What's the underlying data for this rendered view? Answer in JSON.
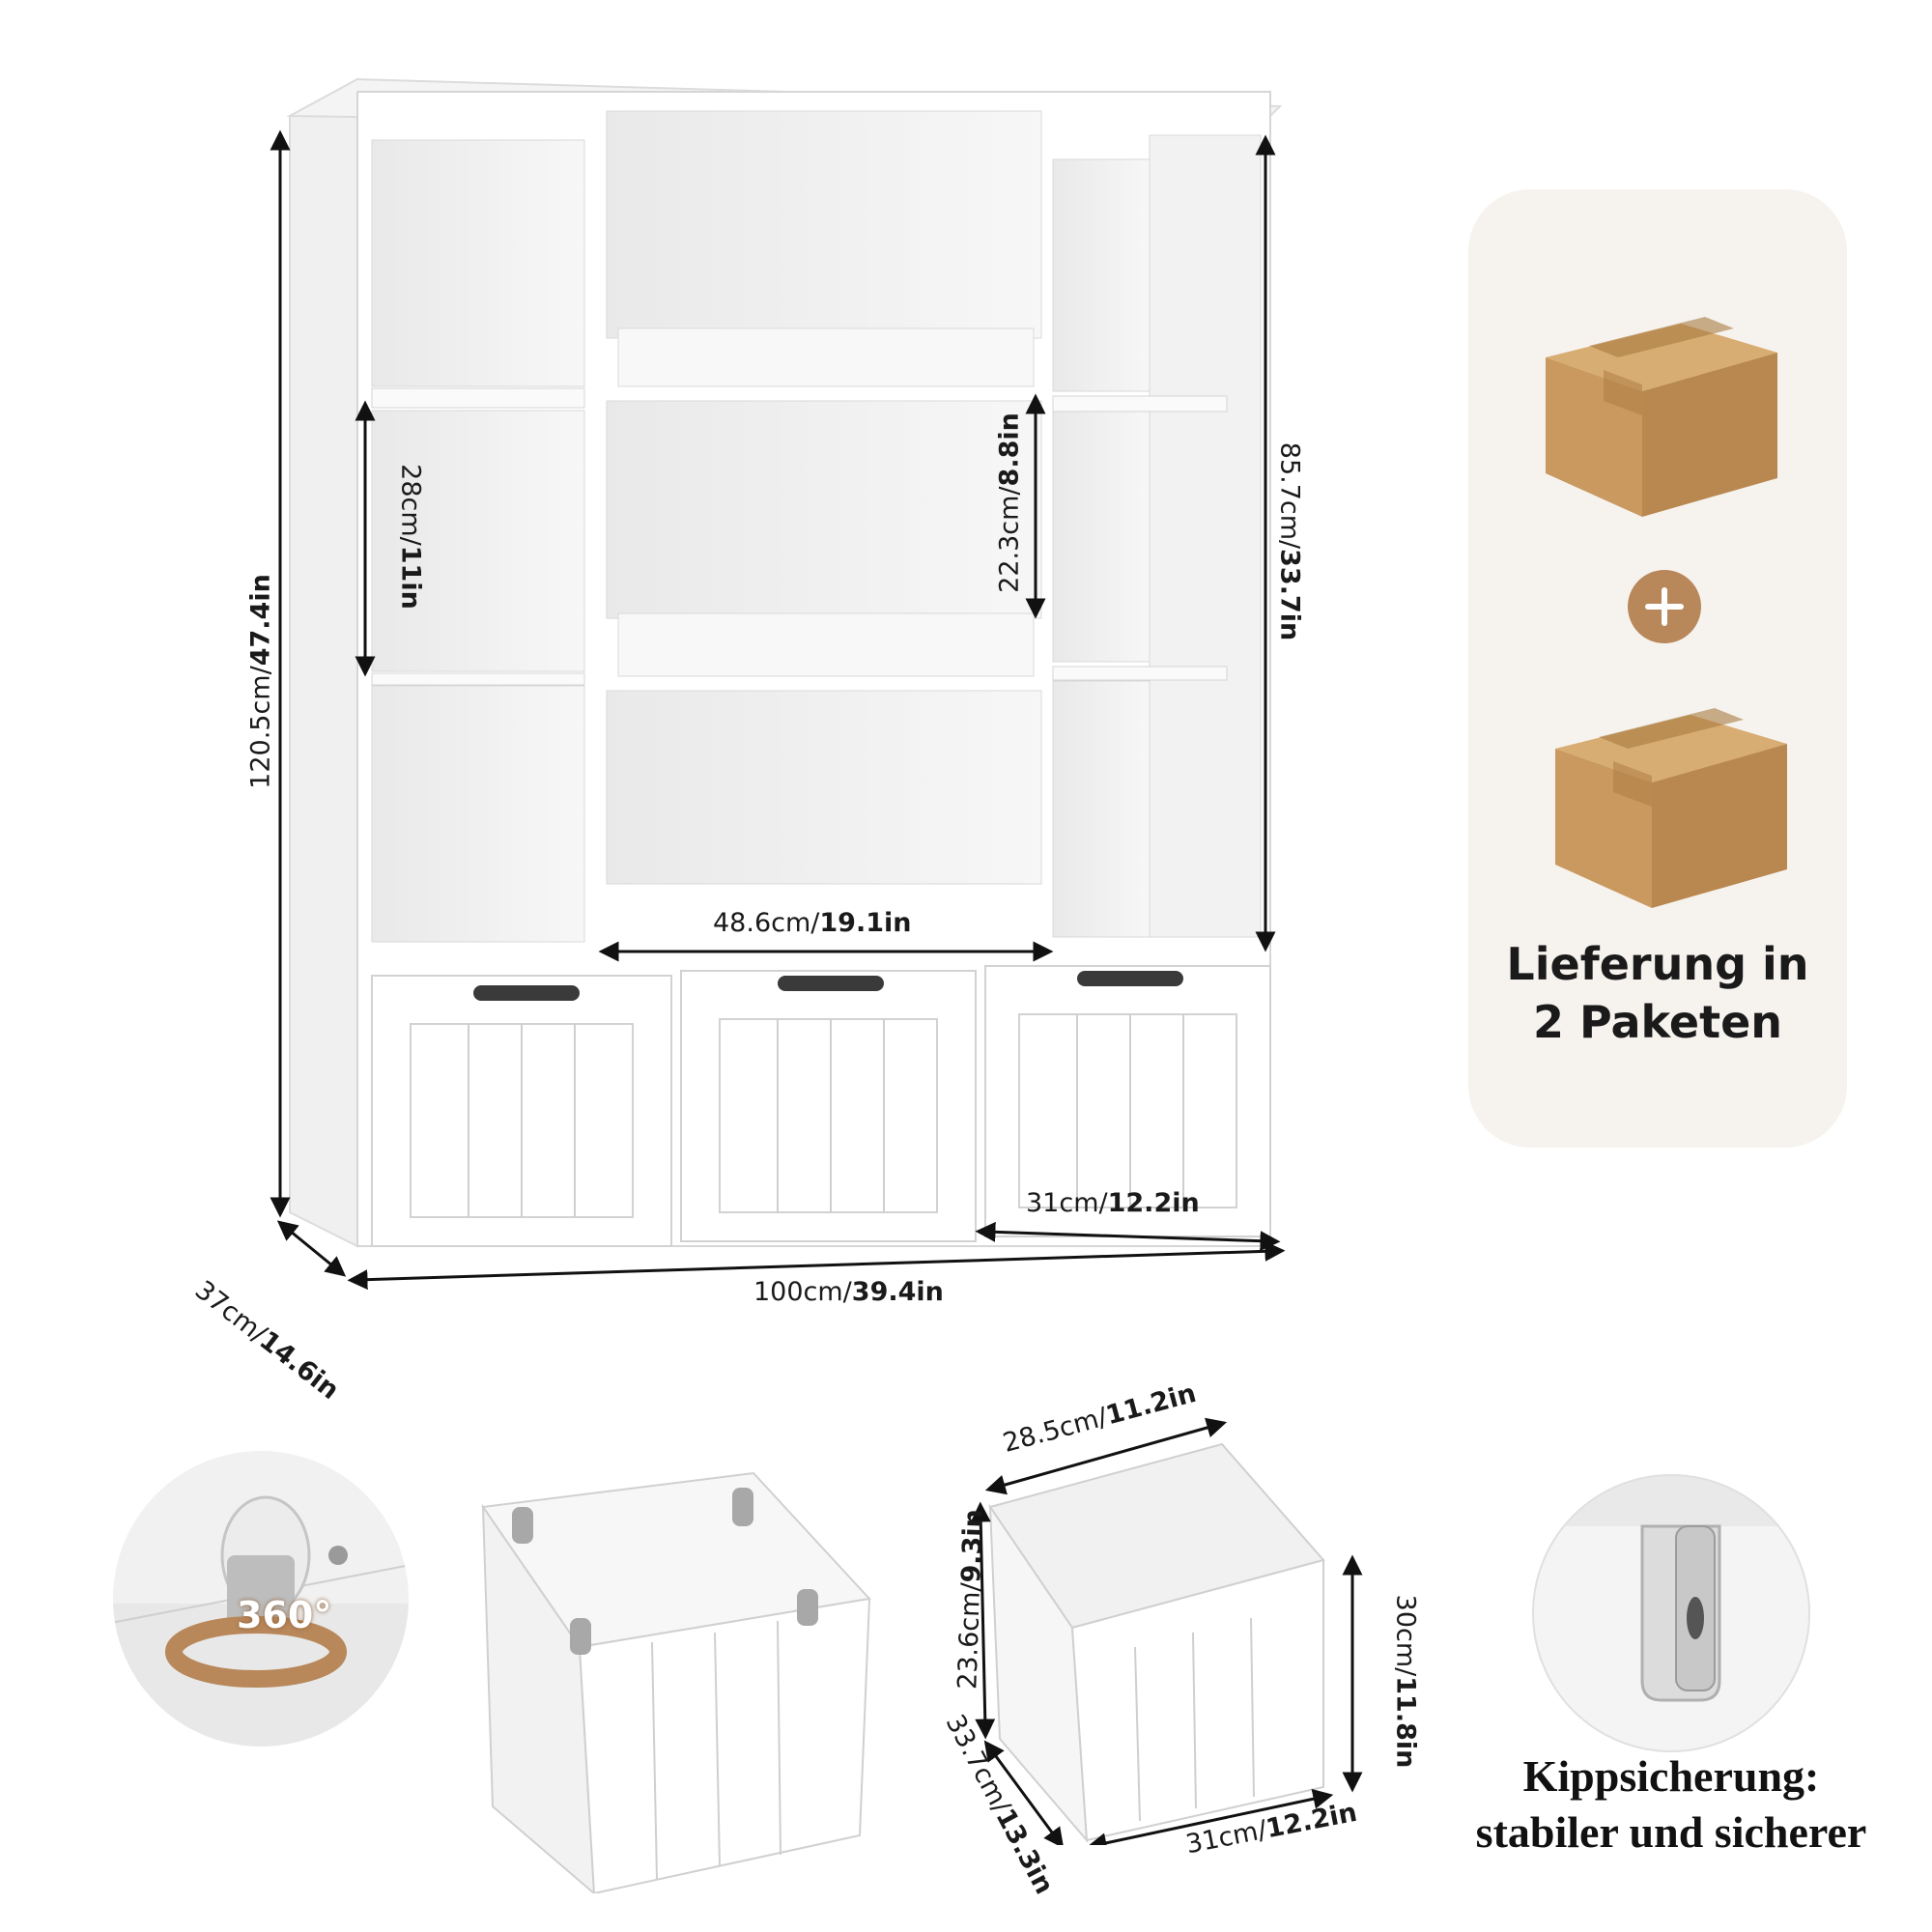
{
  "dimensions": {
    "height_total_cm": "120.5cm/",
    "height_total_in": "47.4in",
    "shelf_left_cm": "28cm/",
    "shelf_left_in": "11in",
    "shelf_mid_cm": "22.3cm/",
    "shelf_mid_in": "8.8in",
    "upper_height_cm": "85.7cm/",
    "upper_height_in": "33.7in",
    "mid_width_cm": "48.6cm/",
    "mid_width_in": "19.1in",
    "drawer_width_cm": "31cm/",
    "drawer_width_in": "12.2in",
    "depth_cm": "37cm/",
    "depth_in": "14.6in",
    "width_total_cm": "100cm/",
    "width_total_in": "39.4in",
    "bin_top_cm": "28.5cm/",
    "bin_top_in": "11.2in",
    "bin_inner_h_cm": "23.6cm/",
    "bin_inner_h_in": "9.3in",
    "bin_depth_cm": "33.7cm/",
    "bin_depth_in": "13.3in",
    "bin_front_w_cm": "31cm/",
    "bin_front_w_in": "12.2in",
    "bin_height_cm": "30cm/",
    "bin_height_in": "11.8in"
  },
  "caster": {
    "rotation_label": "360°"
  },
  "delivery": {
    "line1": "Lieferung in",
    "line2": "2 Paketen"
  },
  "tip": {
    "line1": "Kippsicherung:",
    "line2": "stabiler und sicherer"
  },
  "colors": {
    "accent": "#b8875a",
    "panel": "#f6f3ef",
    "cardboard": "#c9995f"
  }
}
